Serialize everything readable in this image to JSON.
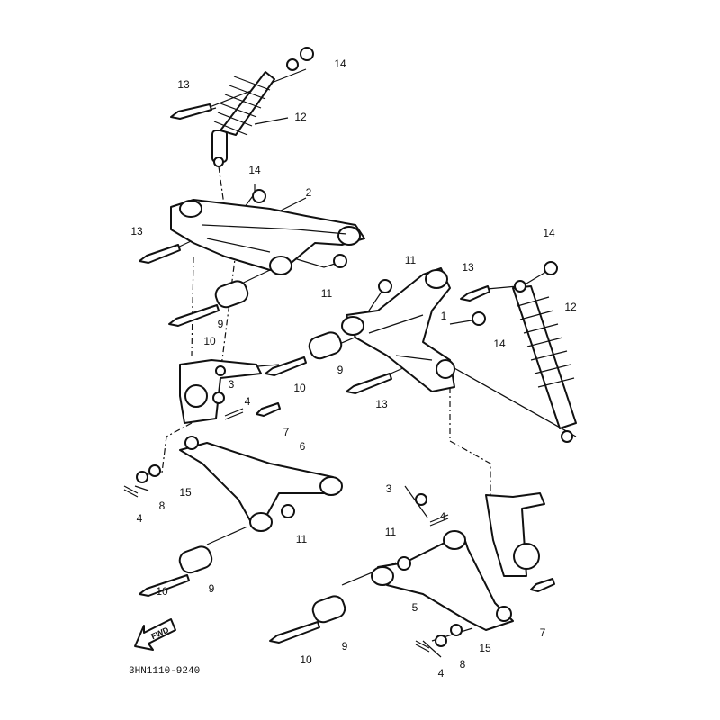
{
  "diagram": {
    "part_code": "3HN1110-9240",
    "fwd_label": "FWD",
    "callouts": [
      "14",
      "13",
      "12",
      "14",
      "2",
      "13",
      "11",
      "9",
      "10",
      "11",
      "13",
      "14",
      "12",
      "1",
      "14",
      "9",
      "10",
      "3",
      "4",
      "7",
      "13",
      "6",
      "15",
      "8",
      "4",
      "11",
      "9",
      "10",
      "3",
      "4",
      "11",
      "5",
      "7",
      "9",
      "15",
      "8",
      "10",
      "4"
    ]
  }
}
